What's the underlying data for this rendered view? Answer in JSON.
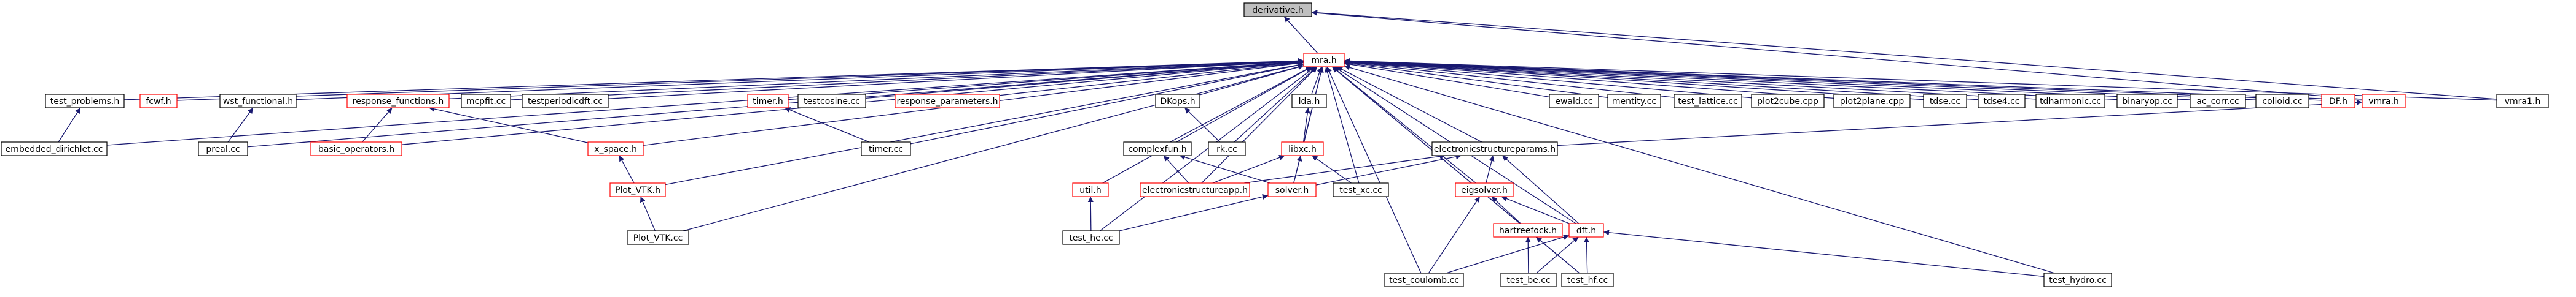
{
  "colors": {
    "edge": "#191970",
    "node_border_default": "#000000",
    "node_border_highlight": "#ff0000",
    "focus_fill": "#bfbfbf",
    "node_fill": "#ffffff"
  },
  "nodes": [
    {
      "id": "derivative_h",
      "label": "derivative.h",
      "style": "focus"
    },
    {
      "id": "mra_h",
      "label": "mra.h",
      "style": "red"
    },
    {
      "id": "test_problems_h",
      "label": "test_problems.h",
      "style": "black"
    },
    {
      "id": "embedded_dirichlet_cc",
      "label": "embedded_dirichlet.cc",
      "style": "black"
    },
    {
      "id": "fcwf_h",
      "label": "fcwf.h",
      "style": "red"
    },
    {
      "id": "wst_functional_h",
      "label": "wst_functional.h",
      "style": "black"
    },
    {
      "id": "preal_cc",
      "label": "preal.cc",
      "style": "black"
    },
    {
      "id": "response_functions_h",
      "label": "response_functions.h",
      "style": "red"
    },
    {
      "id": "basic_operators_h",
      "label": "basic_operators.h",
      "style": "red"
    },
    {
      "id": "mcpfit_cc",
      "label": "mcpfit.cc",
      "style": "black"
    },
    {
      "id": "testperiodicdft_cc",
      "label": "testperiodicdft.cc",
      "style": "black"
    },
    {
      "id": "x_space_h",
      "label": "x_space.h",
      "style": "red"
    },
    {
      "id": "plot_vtk_h",
      "label": "Plot_VTK.h",
      "style": "red"
    },
    {
      "id": "plot_vtk_cc",
      "label": "Plot_VTK.cc",
      "style": "black"
    },
    {
      "id": "timer_h",
      "label": "timer.h",
      "style": "red"
    },
    {
      "id": "testcosine_cc",
      "label": "testcosine.cc",
      "style": "black"
    },
    {
      "id": "timer_cc",
      "label": "timer.cc",
      "style": "black"
    },
    {
      "id": "response_parameters_h",
      "label": "response_parameters.h",
      "style": "red"
    },
    {
      "id": "util_h",
      "label": "util.h",
      "style": "red"
    },
    {
      "id": "test_he_cc",
      "label": "test_he.cc",
      "style": "black"
    },
    {
      "id": "dkops_h",
      "label": "DKops.h",
      "style": "black"
    },
    {
      "id": "rk_cc",
      "label": "rk.cc",
      "style": "black"
    },
    {
      "id": "complexfun_h",
      "label": "complexfun.h",
      "style": "black"
    },
    {
      "id": "electronicstructureapp_h",
      "label": "electronicstructureapp.h",
      "style": "red"
    },
    {
      "id": "lda_h",
      "label": "lda.h",
      "style": "black"
    },
    {
      "id": "libxc_h",
      "label": "libxc.h",
      "style": "red"
    },
    {
      "id": "solver_h",
      "label": "solver.h",
      "style": "red"
    },
    {
      "id": "test_xc_cc",
      "label": "test_xc.cc",
      "style": "black"
    },
    {
      "id": "electronicstructureparams_h",
      "label": "electronicstructureparams.h",
      "style": "black"
    },
    {
      "id": "eigsolver_h",
      "label": "eigsolver.h",
      "style": "red"
    },
    {
      "id": "hartreefock_h",
      "label": "hartreefock.h",
      "style": "red"
    },
    {
      "id": "dft_h",
      "label": "dft.h",
      "style": "red"
    },
    {
      "id": "test_coulomb_cc",
      "label": "test_coulomb.cc",
      "style": "black"
    },
    {
      "id": "test_be_cc",
      "label": "test_be.cc",
      "style": "black"
    },
    {
      "id": "test_hf_cc",
      "label": "test_hf.cc",
      "style": "black"
    },
    {
      "id": "test_hydro_cc",
      "label": "test_hydro.cc",
      "style": "black"
    },
    {
      "id": "ewald_cc",
      "label": "ewald.cc",
      "style": "black"
    },
    {
      "id": "mentity_cc",
      "label": "mentity.cc",
      "style": "black"
    },
    {
      "id": "test_lattice_cc",
      "label": "test_lattice.cc",
      "style": "black"
    },
    {
      "id": "plot2cube_cpp",
      "label": "plot2cube.cpp",
      "style": "black"
    },
    {
      "id": "plot2plane_cpp",
      "label": "plot2plane.cpp",
      "style": "black"
    },
    {
      "id": "tdse_cc",
      "label": "tdse.cc",
      "style": "black"
    },
    {
      "id": "tdse4_cc",
      "label": "tdse4.cc",
      "style": "black"
    },
    {
      "id": "tdharmonic_cc",
      "label": "tdharmonic.cc",
      "style": "black"
    },
    {
      "id": "binaryop_cc",
      "label": "binaryop.cc",
      "style": "black"
    },
    {
      "id": "ac_corr_cc",
      "label": "ac_corr.cc",
      "style": "black"
    },
    {
      "id": "colloid_cc",
      "label": "colloid.cc",
      "style": "black"
    },
    {
      "id": "df_h",
      "label": "DF.h",
      "style": "red"
    },
    {
      "id": "vmra_h",
      "label": "vmra.h",
      "style": "red"
    },
    {
      "id": "vmra1_h",
      "label": "vmra1.h",
      "style": "black"
    }
  ],
  "edges": [
    [
      "mra_h",
      "derivative_h"
    ],
    [
      "vmra_h",
      "derivative_h"
    ],
    [
      "vmra1_h",
      "derivative_h"
    ],
    [
      "test_problems_h",
      "mra_h"
    ],
    [
      "embedded_dirichlet_cc",
      "mra_h"
    ],
    [
      "fcwf_h",
      "mra_h"
    ],
    [
      "wst_functional_h",
      "mra_h"
    ],
    [
      "preal_cc",
      "mra_h"
    ],
    [
      "response_functions_h",
      "mra_h"
    ],
    [
      "basic_operators_h",
      "mra_h"
    ],
    [
      "mcpfit_cc",
      "mra_h"
    ],
    [
      "testperiodicdft_cc",
      "mra_h"
    ],
    [
      "x_space_h",
      "mra_h"
    ],
    [
      "plot_vtk_h",
      "mra_h"
    ],
    [
      "plot_vtk_cc",
      "mra_h"
    ],
    [
      "timer_h",
      "mra_h"
    ],
    [
      "testcosine_cc",
      "mra_h"
    ],
    [
      "timer_cc",
      "mra_h"
    ],
    [
      "response_parameters_h",
      "mra_h"
    ],
    [
      "util_h",
      "mra_h"
    ],
    [
      "test_he_cc",
      "mra_h"
    ],
    [
      "dkops_h",
      "mra_h"
    ],
    [
      "rk_cc",
      "mra_h"
    ],
    [
      "complexfun_h",
      "mra_h"
    ],
    [
      "electronicstructureapp_h",
      "mra_h"
    ],
    [
      "lda_h",
      "mra_h"
    ],
    [
      "libxc_h",
      "mra_h"
    ],
    [
      "solver_h",
      "mra_h"
    ],
    [
      "test_xc_cc",
      "mra_h"
    ],
    [
      "electronicstructureparams_h",
      "mra_h"
    ],
    [
      "eigsolver_h",
      "mra_h"
    ],
    [
      "hartreefock_h",
      "mra_h"
    ],
    [
      "dft_h",
      "mra_h"
    ],
    [
      "test_coulomb_cc",
      "mra_h"
    ],
    [
      "test_hf_cc",
      "mra_h"
    ],
    [
      "test_hydro_cc",
      "mra_h"
    ],
    [
      "ewald_cc",
      "mra_h"
    ],
    [
      "mentity_cc",
      "mra_h"
    ],
    [
      "test_lattice_cc",
      "mra_h"
    ],
    [
      "plot2cube_cpp",
      "mra_h"
    ],
    [
      "plot2plane_cpp",
      "mra_h"
    ],
    [
      "tdse_cc",
      "mra_h"
    ],
    [
      "tdse4_cc",
      "mra_h"
    ],
    [
      "tdharmonic_cc",
      "mra_h"
    ],
    [
      "binaryop_cc",
      "mra_h"
    ],
    [
      "ac_corr_cc",
      "mra_h"
    ],
    [
      "colloid_cc",
      "mra_h"
    ],
    [
      "df_h",
      "mra_h"
    ],
    [
      "vmra_h",
      "mra_h"
    ],
    [
      "vmra1_h",
      "mra_h"
    ],
    [
      "embedded_dirichlet_cc",
      "test_problems_h"
    ],
    [
      "preal_cc",
      "wst_functional_h"
    ],
    [
      "basic_operators_h",
      "response_functions_h"
    ],
    [
      "x_space_h",
      "response_functions_h"
    ],
    [
      "plot_vtk_h",
      "x_space_h"
    ],
    [
      "plot_vtk_cc",
      "plot_vtk_h"
    ],
    [
      "timer_cc",
      "timer_h"
    ],
    [
      "test_he_cc",
      "util_h"
    ],
    [
      "rk_cc",
      "dkops_h"
    ],
    [
      "electronicstructureapp_h",
      "complexfun_h"
    ],
    [
      "solver_h",
      "complexfun_h"
    ],
    [
      "libxc_h",
      "lda_h"
    ],
    [
      "solver_h",
      "libxc_h"
    ],
    [
      "test_xc_cc",
      "libxc_h"
    ],
    [
      "electronicstructureapp_h",
      "libxc_h"
    ],
    [
      "test_he_cc",
      "solver_h"
    ],
    [
      "electronicstructureparams_h",
      "vmra_h"
    ],
    [
      "electronicstructureapp_h",
      "electronicstructureparams_h"
    ],
    [
      "solver_h",
      "electronicstructureparams_h"
    ],
    [
      "eigsolver_h",
      "electronicstructureparams_h"
    ],
    [
      "dft_h",
      "electronicstructureparams_h"
    ],
    [
      "test_coulomb_cc",
      "eigsolver_h"
    ],
    [
      "hartreefock_h",
      "eigsolver_h"
    ],
    [
      "dft_h",
      "eigsolver_h"
    ],
    [
      "test_be_cc",
      "hartreefock_h"
    ],
    [
      "test_hf_cc",
      "hartreefock_h"
    ],
    [
      "test_coulomb_cc",
      "dft_h"
    ],
    [
      "test_be_cc",
      "dft_h"
    ],
    [
      "test_hf_cc",
      "dft_h"
    ],
    [
      "test_hydro_cc",
      "dft_h"
    ]
  ]
}
